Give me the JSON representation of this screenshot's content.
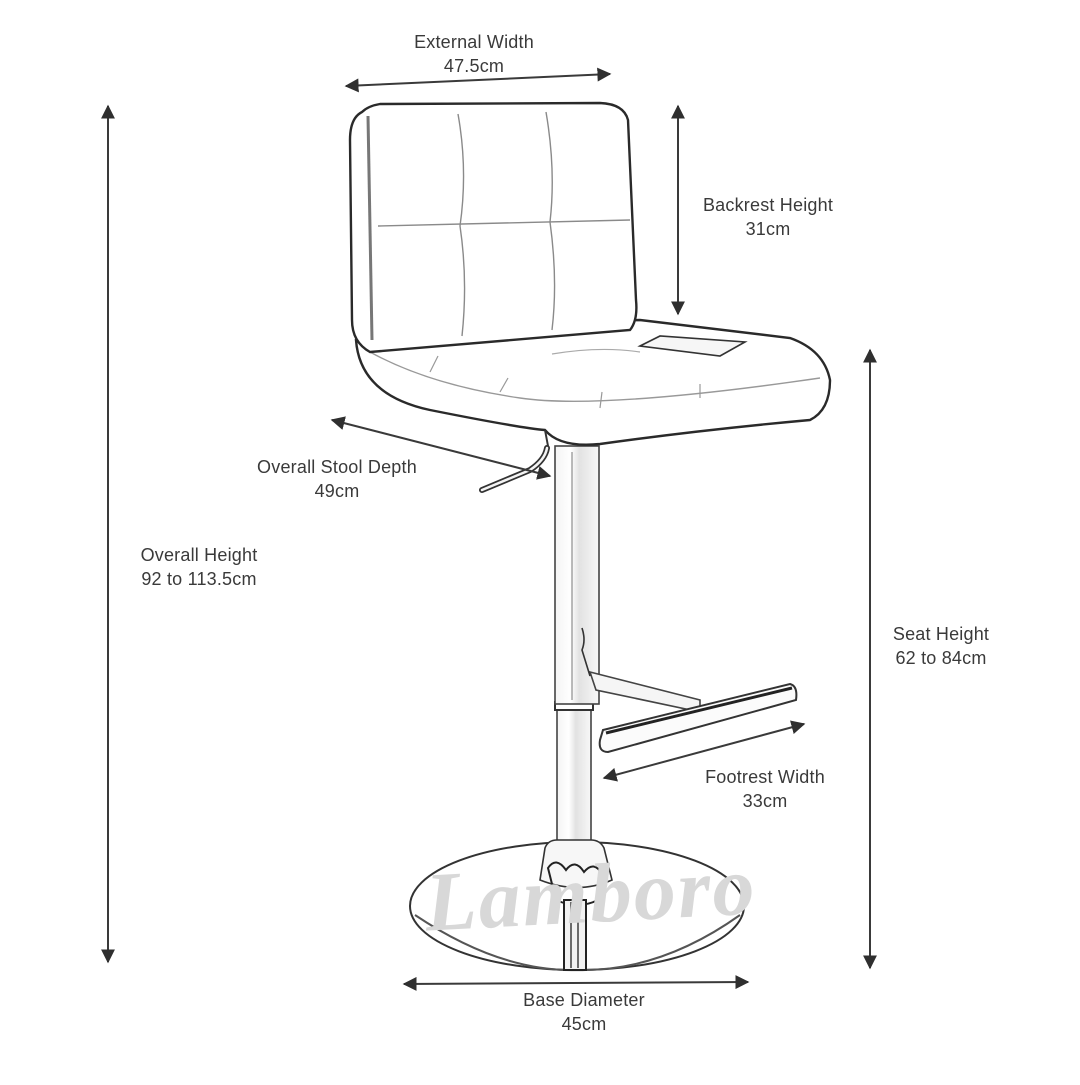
{
  "diagram": {
    "subject": "Adjustable bar stool",
    "watermark": "Lamboro",
    "colors": {
      "line": "#2a2a2a",
      "arrow": "#3a3a3a",
      "text": "#3a3a3a",
      "watermark": "#d8d8d8",
      "chrome": "#eeeeee"
    },
    "dimensions": {
      "external_width": {
        "name": "External Width",
        "value": "47.5cm"
      },
      "backrest_height": {
        "name": "Backrest Height",
        "value": "31cm"
      },
      "stool_depth": {
        "name": "Overall Stool Depth",
        "value": "49cm"
      },
      "overall_height": {
        "name": "Overall Height",
        "value": "92 to 113.5cm"
      },
      "seat_height": {
        "name": "Seat Height",
        "value": "62 to 84cm"
      },
      "footrest_width": {
        "name": "Footrest Width",
        "value": "33cm"
      },
      "base_diameter": {
        "name": "Base Diameter",
        "value": "45cm"
      }
    }
  }
}
